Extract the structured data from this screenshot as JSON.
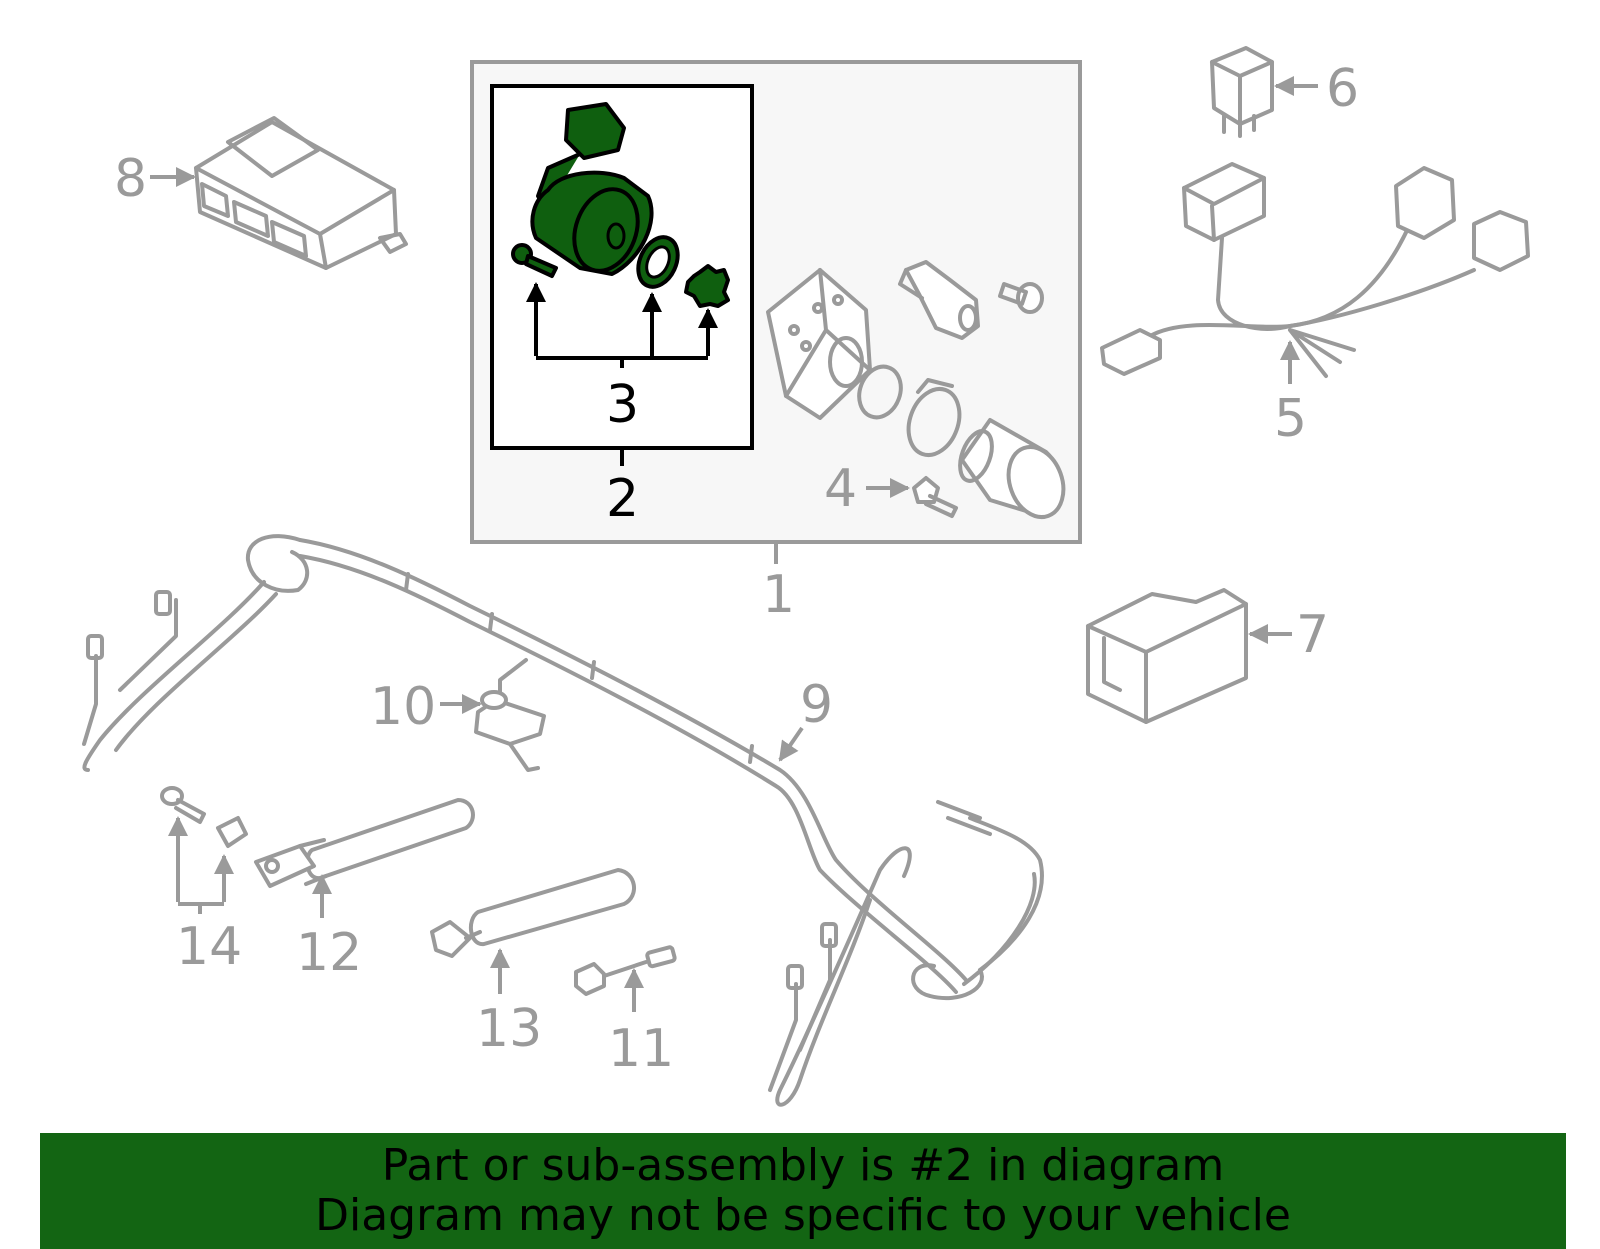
{
  "callouts": {
    "c1": "1",
    "c2": "2",
    "c3": "3",
    "c4": "4",
    "c5": "5",
    "c6": "6",
    "c7": "7",
    "c8": "8",
    "c9": "9",
    "c10": "10",
    "c11": "11",
    "c12": "12",
    "c13": "13",
    "c14": "14"
  },
  "banner": {
    "line1": "Part or sub-assembly is #2 in diagram",
    "line2": "Diagram may not be specific to your vehicle"
  },
  "colors": {
    "highlight": "#0f5f0f",
    "banner_bg": "#136513",
    "outline": "#9a9a9a"
  }
}
